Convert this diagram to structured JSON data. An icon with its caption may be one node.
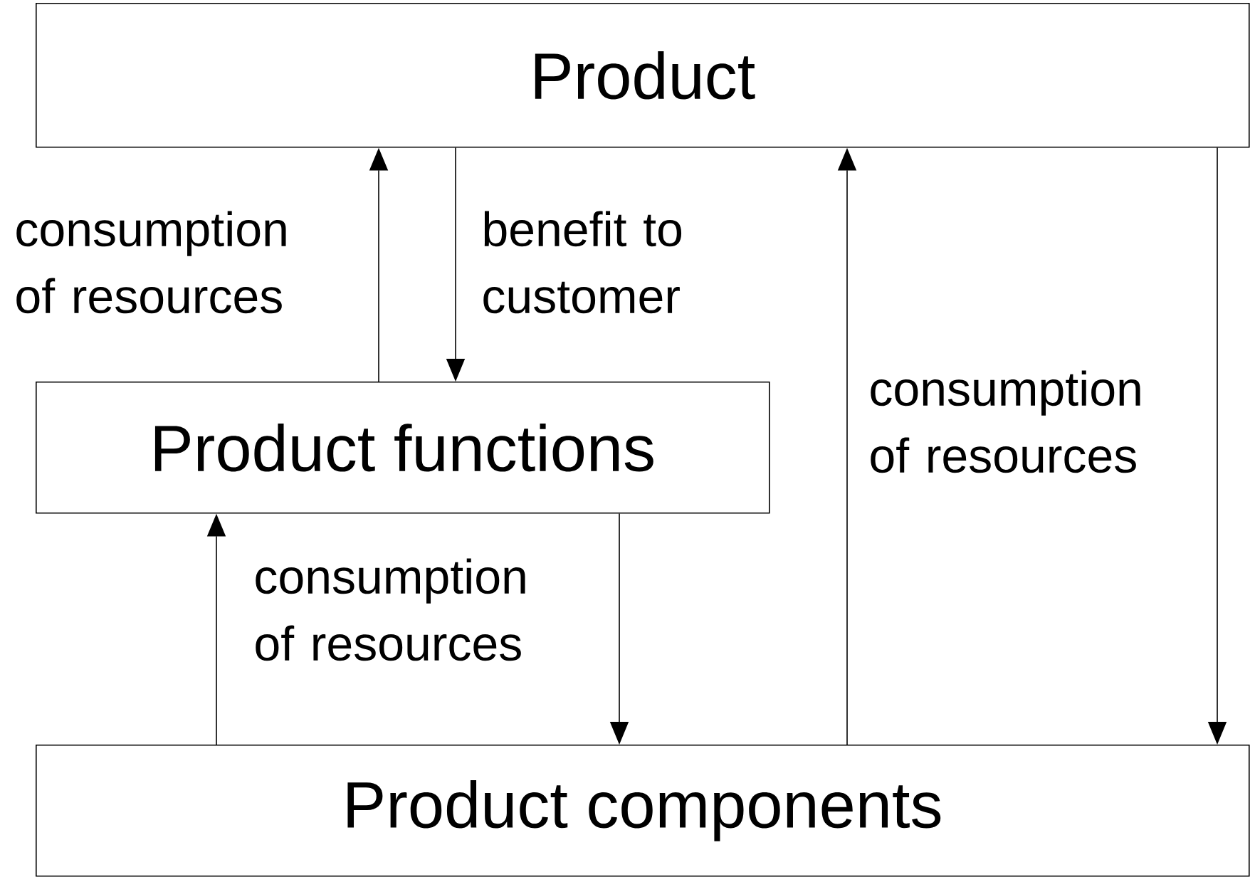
{
  "diagram": {
    "nodes": [
      {
        "text": [
          "Product"
        ]
      },
      {
        "text": [
          "Product functions"
        ]
      },
      {
        "text": [
          "Product components"
        ]
      }
    ],
    "edges": [
      {
        "from": 1,
        "to": 0,
        "arrow": "to",
        "label": "consumption of resources"
      },
      {
        "from": 0,
        "to": 1,
        "arrow": "to",
        "label": "benefit to customer"
      },
      {
        "from": 2,
        "to": 1,
        "arrow": "to",
        "label": "consumption of resources"
      },
      {
        "from": 1,
        "to": 2,
        "arrow": "to"
      },
      {
        "from": 2,
        "to": 0,
        "arrow": "to",
        "label": "consumption of resources"
      },
      {
        "from": 0,
        "to": 2,
        "arrow": "to"
      }
    ]
  }
}
